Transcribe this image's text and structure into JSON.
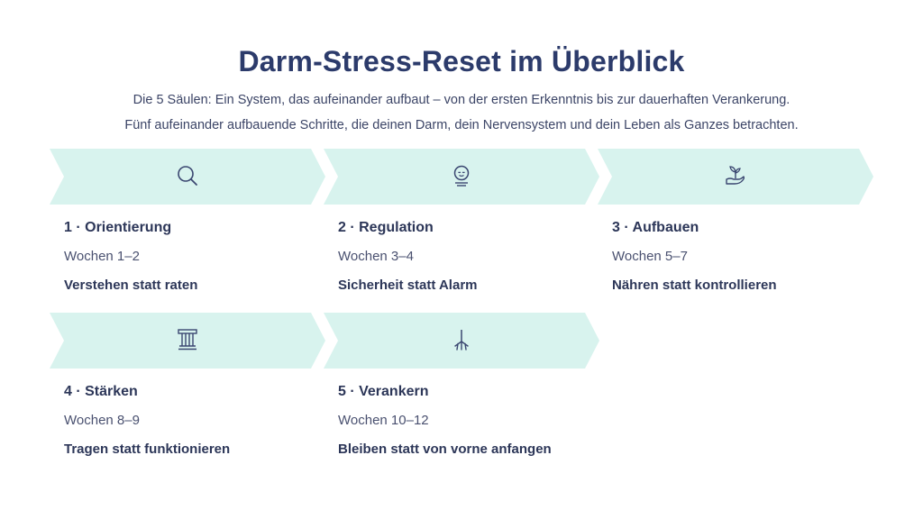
{
  "header": {
    "title": "Darm-Stress-Reset im Überblick",
    "subtitle_1": "Die 5 Säulen: Ein System, das aufeinander aufbaut – von der ersten Erkenntnis bis zur dauerhaften Verankerung.",
    "subtitle_2": "Fünf aufeinander aufbauende Schritte, die deinen Darm, dein Nervensystem und dein Leben als Ganzes betrachten."
  },
  "colors": {
    "chevron_fill": "#d8f3ee",
    "icon_stroke": "#3a4670",
    "title_color": "#2c3b6b"
  },
  "pillars": [
    {
      "title": "1 · Orientierung",
      "weeks": "Wochen 1–2",
      "motto": "Verstehen statt raten",
      "icon": "magnifier-icon"
    },
    {
      "title": "2 · Regulation",
      "weeks": "Wochen 3–4",
      "motto": "Sicherheit statt Alarm",
      "icon": "calm-face-icon"
    },
    {
      "title": "3 · Aufbauen",
      "weeks": "Wochen 5–7",
      "motto": "Nähren statt kontrollieren",
      "icon": "sprout-hand-icon"
    },
    {
      "title": "4 · Stärken",
      "weeks": "Wochen 8–9",
      "motto": "Tragen statt funktionieren",
      "icon": "pillar-icon"
    },
    {
      "title": "5 · Verankern",
      "weeks": "Wochen 10–12",
      "motto": "Bleiben statt von vorne anfangen",
      "icon": "roots-icon"
    }
  ]
}
